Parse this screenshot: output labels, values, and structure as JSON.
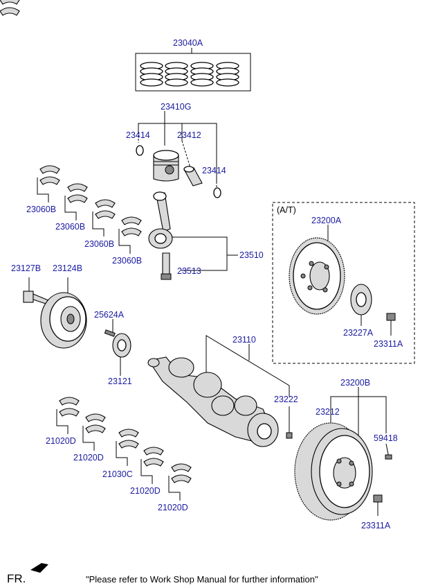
{
  "diagram": {
    "at_label": "(A/T)",
    "footer_prefix": "FR.",
    "footer_note": "\"Please refer to Work Shop Manual for further information\"",
    "parts": [
      "23040A",
      "23410G",
      "23414",
      "23412",
      "23414",
      "23060B",
      "23060B",
      "23060B",
      "23060B",
      "23510",
      "23513",
      "23200A",
      "23227A",
      "23311A",
      "23127B",
      "23124B",
      "25624A",
      "23121",
      "23110",
      "23222",
      "23200B",
      "23212",
      "59418",
      "23311A",
      "21020D",
      "21020D",
      "21030C",
      "21020D",
      "21020D"
    ]
  }
}
